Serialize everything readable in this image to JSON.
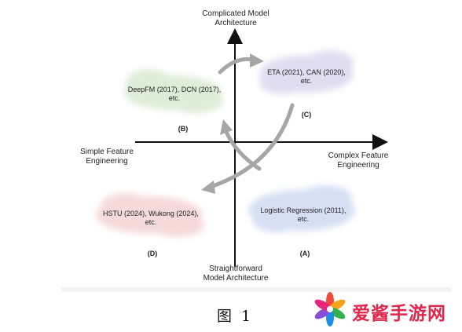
{
  "axes": {
    "top_line1": "Complicated Model",
    "top_line2": "Architecture",
    "bottom_line1": "Straightforward",
    "bottom_line2": "Model Architecture",
    "left_line1": "Simple Feature",
    "left_line2": "Engineering",
    "right_line1": "Complex Feature",
    "right_line2": "Engineering"
  },
  "quadrants": {
    "B": {
      "marker": "(B)",
      "line1": "DeepFM (2017), DCN (2017),",
      "line2": "etc.",
      "color": "#d8ead2"
    },
    "C": {
      "marker": "(C)",
      "line1": "ETA (2021), CAN (2020),",
      "line2": "etc.",
      "color": "#dcd8ee"
    },
    "D": {
      "marker": "(D)",
      "line1": "HSTU (2024), Wukong (2024),",
      "line2": "etc.",
      "color": "#f5d4d4"
    },
    "A": {
      "marker": "(A)",
      "line1": "Logistic Regression (2011),",
      "line2": "etc.",
      "color": "#cfdaf2"
    }
  },
  "arrow_color": "#a6a6a6",
  "caption": "图 1",
  "watermark": {
    "text": "爱酱手游网",
    "brand_color": "#e2264b"
  }
}
